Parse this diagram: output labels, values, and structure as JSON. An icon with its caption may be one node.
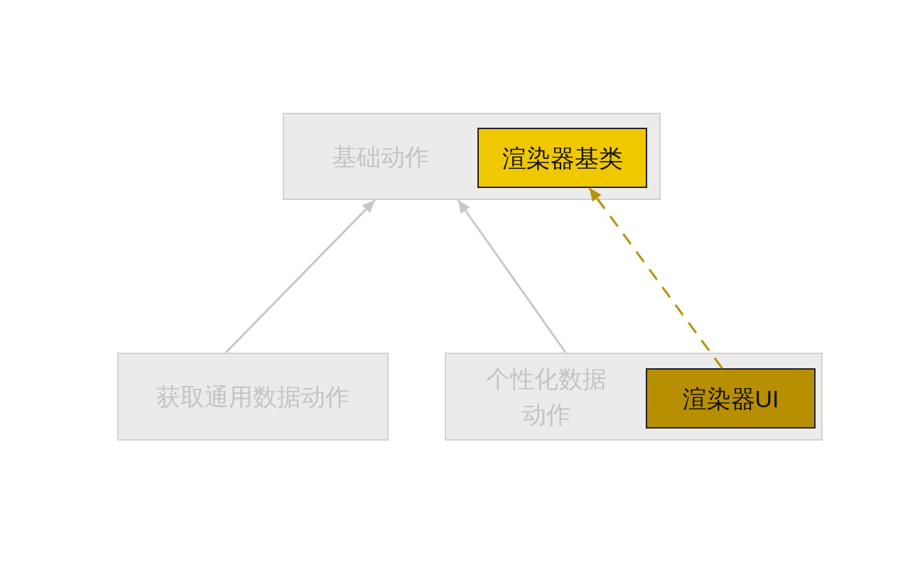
{
  "diagram": {
    "nodes": [
      {
        "text": [
          "基础动作"
        ]
      },
      {
        "text": [
          "渲染器基类"
        ],
        "in": 0
      },
      {
        "text": [
          "获取通用数据动作"
        ]
      },
      {
        "text": [
          "个性化数据动作"
        ]
      },
      {
        "text": [
          "渲染器UI"
        ],
        "in": 3
      }
    ],
    "edges": [
      {
        "from": 2,
        "to": 0,
        "arrow": "to"
      },
      {
        "from": 3,
        "to": 0,
        "arrow": "to"
      },
      {
        "from": 4,
        "to": 1,
        "arrow": "to",
        "style": "dashed",
        "color": "#b8900a"
      }
    ]
  }
}
